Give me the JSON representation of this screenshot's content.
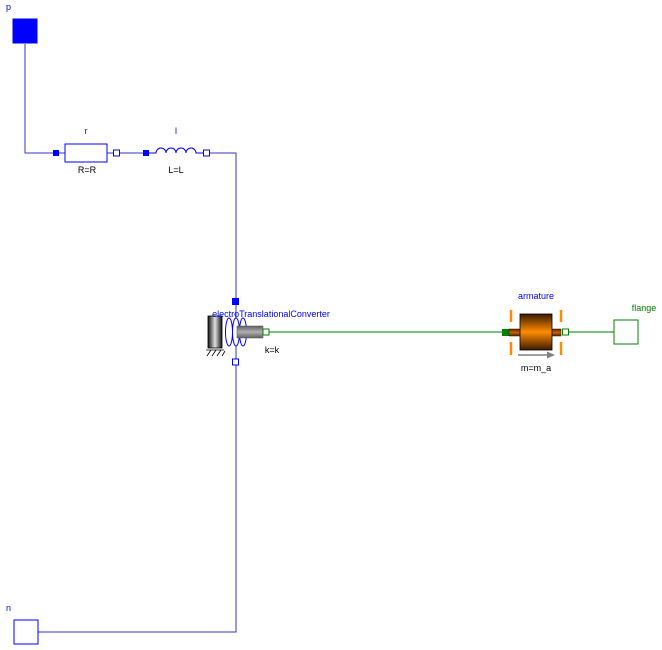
{
  "colors": {
    "electric": "#0000ff",
    "wire": "#3333cc",
    "mechanical": "#008000",
    "armature_orange": "#ff8c00",
    "text_dark": "#000000"
  },
  "ports": {
    "p_label": "p",
    "n_label": "n",
    "flange_label": "flange"
  },
  "components": {
    "resistor": {
      "name": "r",
      "param": "R=R"
    },
    "inductor": {
      "name": "l",
      "param": "L=L"
    },
    "converter": {
      "name": "electroTranslationalConverter",
      "param": "k=k"
    },
    "armature": {
      "name": "armature",
      "param": "m=m_a"
    }
  }
}
